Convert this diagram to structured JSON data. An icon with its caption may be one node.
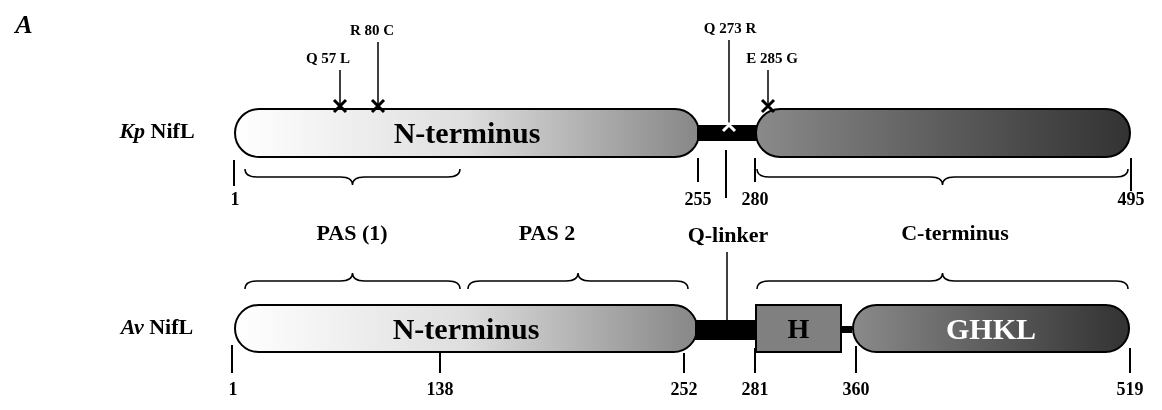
{
  "diagram": {
    "nodes": [
      {
        "text": [
          "Q 57 L"
        ]
      },
      {
        "text": [
          "R 80 C"
        ]
      },
      {
        "text": [
          "Q 273 R"
        ]
      },
      {
        "text": [
          "E 285 G"
        ]
      },
      {
        "text": [
          "N-terminus"
        ]
      },
      {
        "text": [],
        "shape": "bar"
      },
      {
        "text": [],
        "shape": "box"
      },
      {
        "text": [
          "Q-linker"
        ]
      },
      {
        "text": [
          "N-terminus"
        ]
      },
      {
        "text": [],
        "shape": "bar"
      },
      {
        "text": [
          "H"
        ]
      },
      {
        "text": [],
        "shape": "bar"
      },
      {
        "text": [
          "GHKL"
        ]
      }
    ],
    "edges": [
      {
        "from": 0,
        "to": 4,
        "arrow": "none"
      },
      {
        "from": 1,
        "to": 4,
        "arrow": "none"
      },
      {
        "from": 2,
        "to": 5,
        "arrow": "none"
      },
      {
        "from": 3,
        "to": 6,
        "arrow": "none"
      },
      {
        "from": 7,
        "to": 9,
        "arrow": "none"
      }
    ],
    "labels": [
      "A",
      "*Kp* NifL",
      "1",
      "255",
      "280",
      "495",
      "PAS (1)",
      "PAS 2",
      "C-terminus",
      "*Av* NifL",
      "1",
      "138",
      "252",
      "281",
      "360",
      "519"
    ]
  }
}
